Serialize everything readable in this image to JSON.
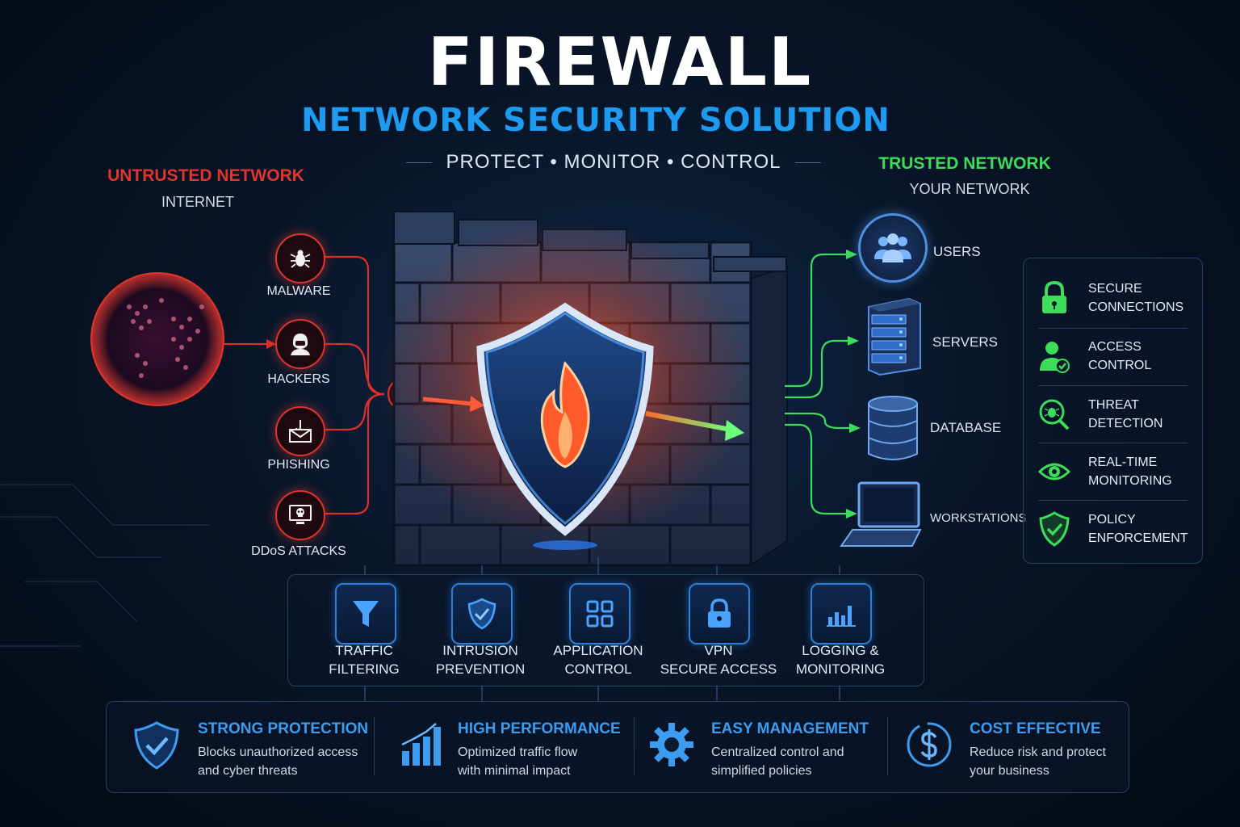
{
  "header": {
    "title": "FIREWALL",
    "subtitle": "NETWORK SECURITY SOLUTION",
    "tagline": "PROTECT • MONITOR • CONTROL"
  },
  "untrusted": {
    "title": "UNTRUSTED NETWORK",
    "subtitle": "INTERNET",
    "threats": [
      {
        "label": "MALWARE",
        "icon": "bug-icon"
      },
      {
        "label": "HACKERS",
        "icon": "hacker-icon"
      },
      {
        "label": "PHISHING",
        "icon": "phishing-hook-icon"
      },
      {
        "label": "DDoS ATTACKS",
        "icon": "ddos-skull-monitor-icon"
      }
    ]
  },
  "trusted": {
    "title": "TRUSTED NETWORK",
    "subtitle": "YOUR NETWORK",
    "nodes": [
      {
        "label": "USERS",
        "icon": "users-icon"
      },
      {
        "label": "SERVERS",
        "icon": "server-icon"
      },
      {
        "label": "DATABASE",
        "icon": "database-icon"
      },
      {
        "label": "WORKSTATIONS",
        "icon": "laptop-icon"
      }
    ]
  },
  "features_panel": [
    {
      "line1": "SECURE",
      "line2": "CONNECTIONS",
      "icon": "lock-icon"
    },
    {
      "line1": "ACCESS",
      "line2": "CONTROL",
      "icon": "user-check-icon"
    },
    {
      "line1": "THREAT",
      "line2": "DETECTION",
      "icon": "bug-search-icon"
    },
    {
      "line1": "REAL-TIME",
      "line2": "MONITORING",
      "icon": "eye-icon"
    },
    {
      "line1": "POLICY",
      "line2": "ENFORCEMENT",
      "icon": "shield-check-icon"
    }
  ],
  "functions": [
    {
      "line1": "TRAFFIC",
      "line2": "FILTERING",
      "icon": "funnel-icon"
    },
    {
      "line1": "INTRUSION",
      "line2": "PREVENTION",
      "icon": "shield-check-icon"
    },
    {
      "line1": "APPLICATION",
      "line2": "CONTROL",
      "icon": "grid-icon"
    },
    {
      "line1": "VPN",
      "line2": "SECURE ACCESS",
      "icon": "lock-icon"
    },
    {
      "line1": "LOGGING &",
      "line2": "MONITORING",
      "icon": "bar-chart-icon"
    }
  ],
  "benefits": [
    {
      "title": "STRONG PROTECTION",
      "line1": "Blocks unauthorized access",
      "line2": "and cyber threats",
      "icon": "shield-check-icon"
    },
    {
      "title": "HIGH PERFORMANCE",
      "line1": "Optimized traffic flow",
      "line2": "with minimal impact",
      "icon": "bar-chart-icon"
    },
    {
      "title": "EASY MANAGEMENT",
      "line1": "Centralized control and",
      "line2": "simplified policies",
      "icon": "gear-icon"
    },
    {
      "title": "COST EFFECTIVE",
      "line1": "Reduce risk and protect",
      "line2": "your business",
      "icon": "dollar-icon"
    }
  ],
  "colors": {
    "threat_red": "#e0352e",
    "trusted_green": "#3ddc5a",
    "accent_blue": "#1e9bf0"
  }
}
